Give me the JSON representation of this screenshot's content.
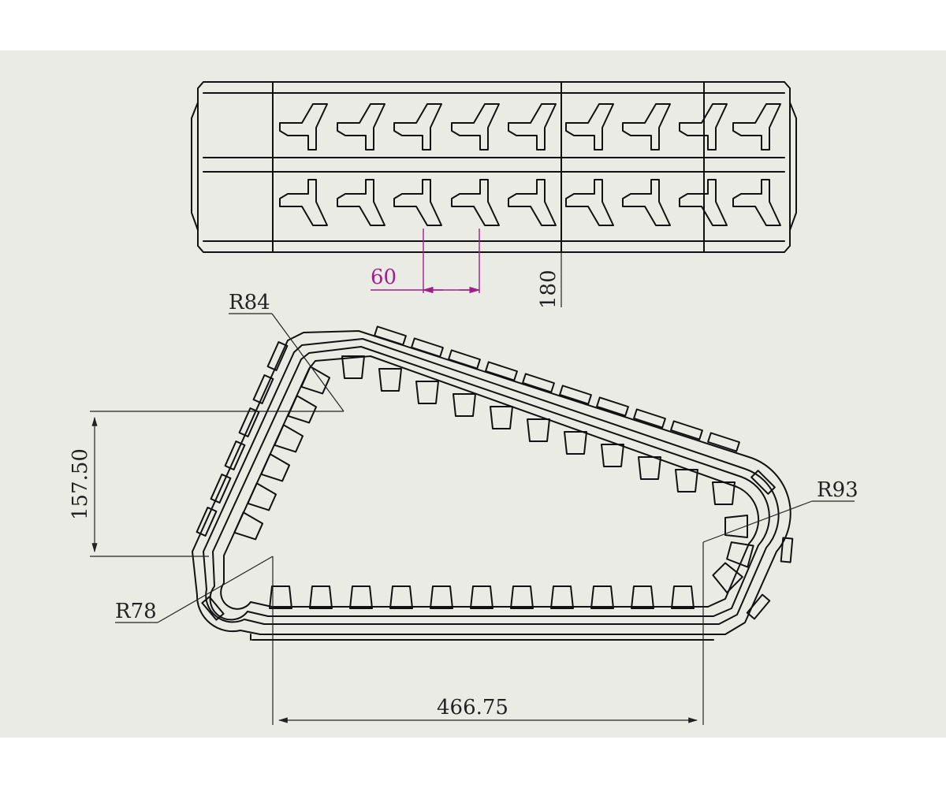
{
  "dimensions": {
    "pitch": "60",
    "track_width": "180",
    "left_radius_top": "R84",
    "height": "157.50",
    "bottom_left_radius": "R78",
    "right_radius": "R93",
    "base_length": "466.75"
  },
  "colors": {
    "sheet_background": "#ebebe5",
    "line": "#111111",
    "pitch_dimension": "#a0208a"
  }
}
